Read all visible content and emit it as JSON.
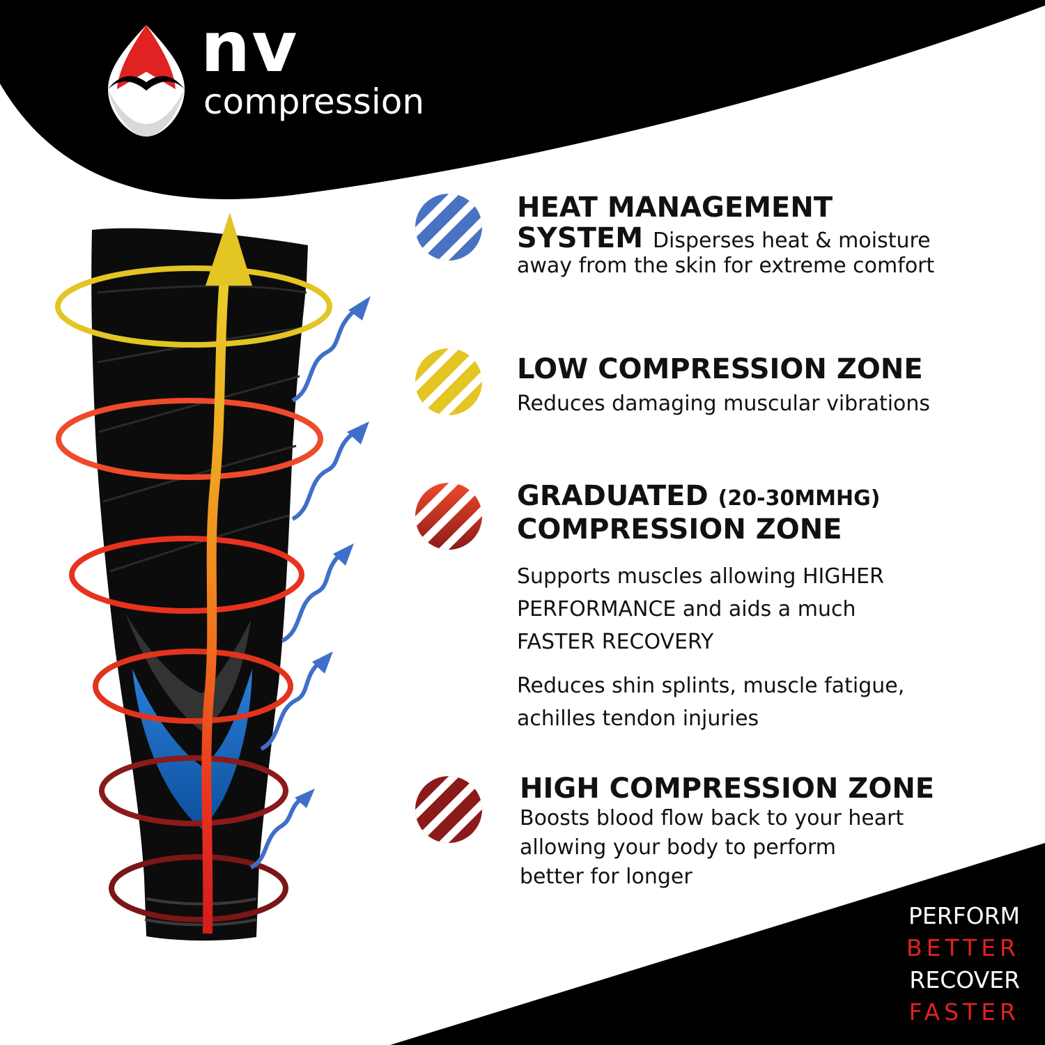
{
  "brand": {
    "logo_icon": "nv-shield-logo-icon",
    "name": "nv",
    "sub": "compression"
  },
  "features": [
    {
      "icon": "blue-stripe-circle-icon",
      "color": "#4a72c2",
      "title_line1": "HEAT MANAGEMENT",
      "title_line2": "SYSTEM",
      "desc_inline": "Disperses heat & moisture",
      "desc_line2": "away from the skin for extreme comfort"
    },
    {
      "icon": "yellow-stripe-circle-icon",
      "color": "#e3c523",
      "title": "LOW COMPRESSION ZONE",
      "desc": "Reduces damaging muscular vibrations"
    },
    {
      "icon": "red-stripe-circle-icon",
      "color": "#e2331e",
      "title_main": "GRADUATED",
      "title_paren": "(20-30MMHG)",
      "title_line2": "COMPRESSION ZONE",
      "desc1_l1": "Supports muscles allowing HIGHER",
      "desc1_l2": "PERFORMANCE and aids a much",
      "desc1_l3": "FASTER RECOVERY",
      "desc2_l1": "Reduces shin splints, muscle fatigue,",
      "desc2_l2": "achilles tendon injuries"
    },
    {
      "icon": "dark-red-stripe-circle-icon",
      "color": "#8b1a1a",
      "title": "HIGH COMPRESSION ZONE",
      "desc_l1": "Boosts blood flow back to your heart",
      "desc_l2": "allowing your body to perform",
      "desc_l3": "better for longer"
    }
  ],
  "tagline": {
    "line1": "PERFORM",
    "line2": "BETTER",
    "line3": "RECOVER",
    "line4": "FASTER"
  },
  "colors": {
    "black": "#000000",
    "white": "#ffffff",
    "accent_red": "#e02222",
    "blue": "#4a72c2",
    "yellow": "#e3c523",
    "red": "#e2331e",
    "dark_red": "#8b1a1a"
  }
}
